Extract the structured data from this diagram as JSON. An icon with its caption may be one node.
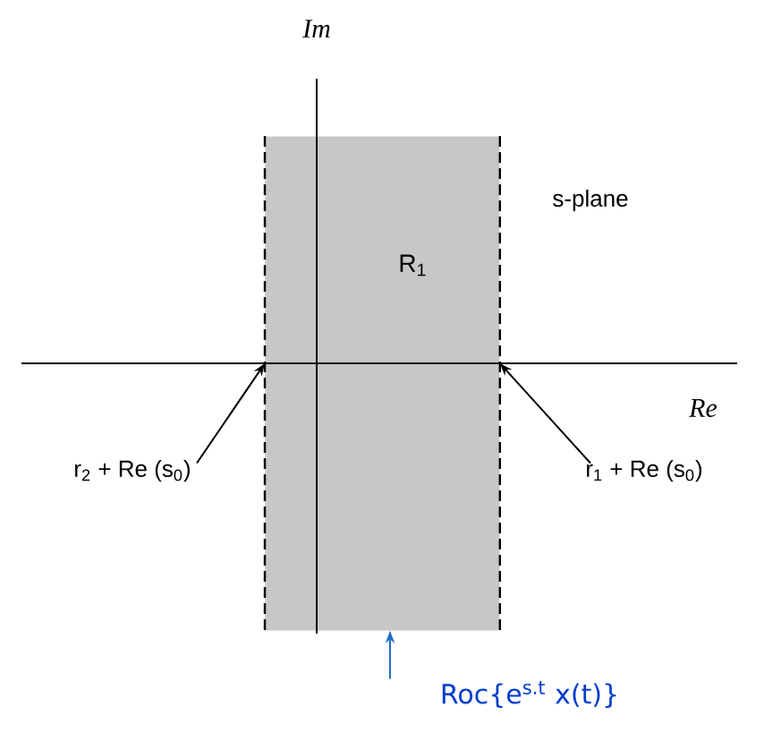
{
  "diagram": {
    "nodes": [
      {
        "text": [
          "R$_{1}$"
        ]
      },
      {
        "text": [
          "r$_{2}$ + Re (s$_{0}$)"
        ]
      },
      {
        "text": [
          "r$_{1}$ + Re (s$_{0}$)"
        ]
      },
      {
        "text": [
          "Roc{e$^{s.t}$ x(t)}"
        ]
      }
    ],
    "edges": [
      {
        "from": 1,
        "to": 0,
        "arrow": "to"
      },
      {
        "from": 2,
        "to": 0,
        "arrow": "to"
      },
      {
        "from": 3,
        "to": 0,
        "arrow": "to",
        "color": "#1f6fc8"
      }
    ],
    "labels": [
      "Im",
      "s-plane",
      "Re"
    ]
  }
}
